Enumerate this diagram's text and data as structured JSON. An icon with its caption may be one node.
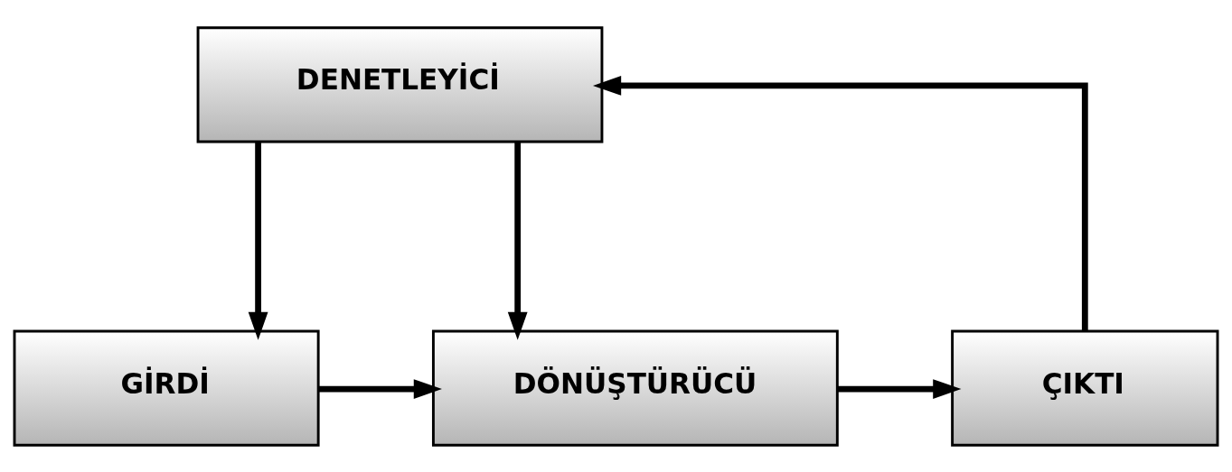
{
  "diagram": {
    "nodes": [
      {
        "text": [
          "DENETLEYİCİ"
        ]
      },
      {
        "text": [
          "GİRDİ"
        ]
      },
      {
        "text": [
          "DÖNÜŞTÜRÜCÜ"
        ]
      },
      {
        "text": [
          "ÇIKTI"
        ]
      }
    ],
    "edges": [
      {
        "from": 0,
        "to": 1,
        "arrow": "to"
      },
      {
        "from": 0,
        "to": 2,
        "arrow": "to"
      },
      {
        "from": 1,
        "to": 2,
        "arrow": "to"
      },
      {
        "from": 2,
        "to": 3,
        "arrow": "to"
      },
      {
        "from": 3,
        "to": 0,
        "arrow": "to"
      }
    ]
  }
}
